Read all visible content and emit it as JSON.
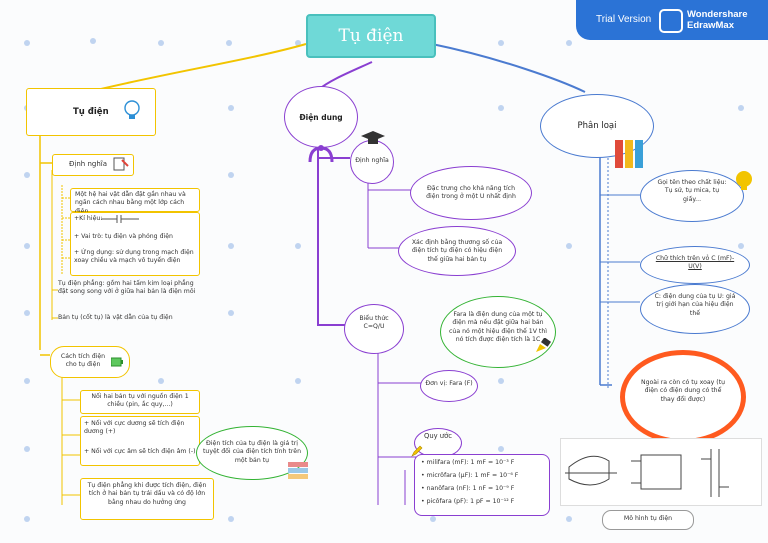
{
  "trial_banner": {
    "trial_text": "Trial Version",
    "brand_line1": "Wondershare",
    "brand_line2": "EdrawMax",
    "bg": "#2b73d6"
  },
  "central_topic": "Tụ điện",
  "left_branch": {
    "title": "Tụ điện",
    "definition_label": "Định nghĩa",
    "definition_text": "Một hệ hai vật dẫn đặt gần nhau và ngăn cách nhau bằng một lớp cách điện",
    "symbol_label": "+Kí hiệu:",
    "role_text": "+ Vai trò: tụ điện và phóng điện",
    "usage_text": "+ Ứng dụng: sử dụng trong mạch điện xoay chiều và mạch vô tuyến điện",
    "flat_capacitor_text": "Tụ điện phẳng: gồm hai tấm kim loại phẳng đặt song song với ở giữa hai bản là điện môi",
    "plate_text": "Bản tụ (cốt tụ) là vật dẫn của tụ điện",
    "charging_label": "Cách tích điện cho tụ điện",
    "charging_1": "Nối hai bản tụ với nguồn điện 1 chiều (pin, ắc quy,...)",
    "charging_2": "+ Nối với cực dương sẽ tích điện dương (+)",
    "charging_3": "+ Nối với cực âm sẽ tích điện âm (-)",
    "charging_4": "Tụ điện phẳng khi được tích điện, điện tích ở hai bản tụ trái dấu và có độ lớn bằng nhau do hưởng ứng",
    "callout_text": "Điện tích của tụ điện là giá trị tuyệt đối của điện tích tính trên một bản tụ"
  },
  "middle_branch": {
    "title": "Điện dung",
    "definition_label": "Định nghĩa",
    "definition_1": "Đặc trưng cho khả năng tích điện trong ở một U nhất định",
    "definition_2": "Xác định bằng thương số của điện tích tụ điện có hiệu điện thế giữa hai bản tụ",
    "formula_label": "Biểu thức C=Q/U",
    "farad_note": "Fara là điện dung của một tụ điện mà nếu đặt giữa hai bản của nó một hiệu điện thế 1V thì nó tích được điện tích là 1C",
    "unit_label": "Đơn vị: Fara (F)",
    "convention_label": "Quy ước",
    "conversions": [
      "• milifara (mF): 1 mF = 10⁻³ F",
      "• micrôfara (μF): 1 mF = 10⁻⁶ F",
      "• nanôfara (nF): 1 nF = 10⁻⁹ F",
      "• picôfara (pF): 1 pF = 10⁻¹² F"
    ]
  },
  "right_branch": {
    "title": "Phân loại",
    "naming_text": "Gọi tên theo chất liệu: Tụ sứ, tụ mica, tụ giấy...",
    "number_label": "Chữ thích trên vỏ C (mF)-U(V)",
    "number_text": "C: điện dung của tụ U: giá trị giới hạn của hiệu điện thế",
    "variable_text": "Ngoài ra còn có tụ xoay (tụ điện có điện dung có thể thay đổi được)",
    "model_label": "Mô hình tụ điện"
  },
  "colors": {
    "yellow": "#f2c400",
    "purple": "#8a3fd1",
    "blue": "#4b7bd0",
    "green": "#34b334",
    "red": "#ff5a1f",
    "teal": "#6fd9d7"
  }
}
